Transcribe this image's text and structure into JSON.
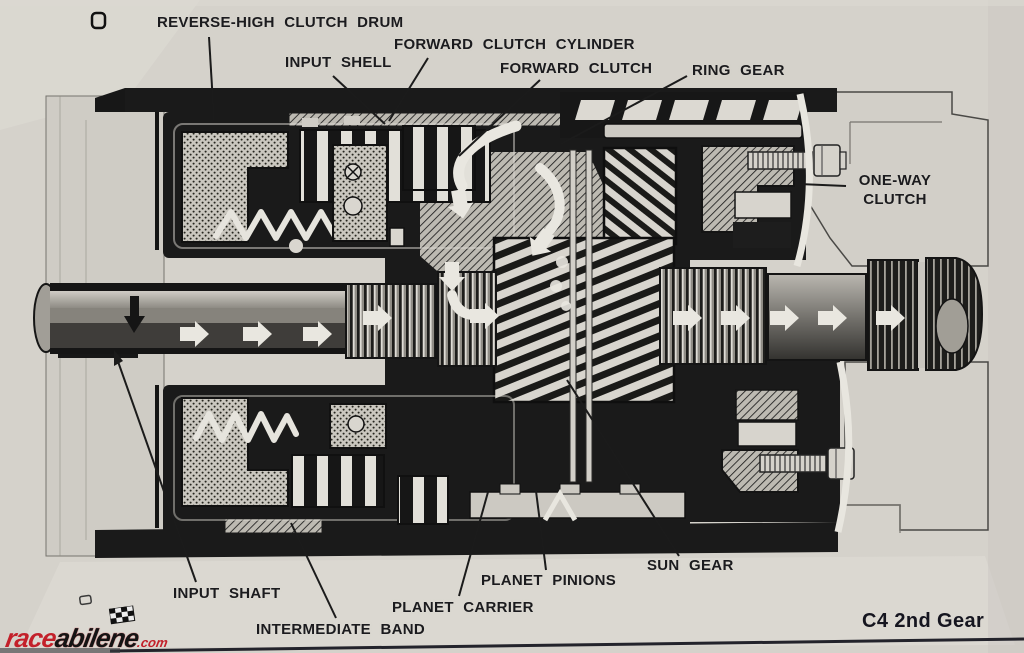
{
  "labels": {
    "reverse_high_clutch_drum": "REVERSE-HIGH CLUTCH DRUM",
    "input_shell": "INPUT SHELL",
    "forward_clutch_cylinder": "FORWARD CLUTCH CYLINDER",
    "forward_clutch": "FORWARD CLUTCH",
    "ring_gear": "RING GEAR",
    "one_way_clutch": "ONE-WAY CLUTCH",
    "input_shaft": "INPUT SHAFT",
    "intermediate_band": "INTERMEDIATE BAND",
    "planet_carrier": "PLANET CARRIER",
    "planet_pinions": "PLANET PINIONS",
    "sun_gear": "SUN GEAR"
  },
  "caption": "C4 2nd Gear",
  "watermark": {
    "brand_left": "race",
    "brand_right": "abilene",
    "tld": ".com",
    "icon": "checkered-flag-icon"
  },
  "colors": {
    "page_background": "#d5d2cb",
    "ink_black": "#1a1a1a",
    "component_light": "#cfccc5",
    "flow_arrow_white": "#e9e7e0",
    "watermark_red": "#c3202a",
    "caption_ink": "#15151f"
  }
}
